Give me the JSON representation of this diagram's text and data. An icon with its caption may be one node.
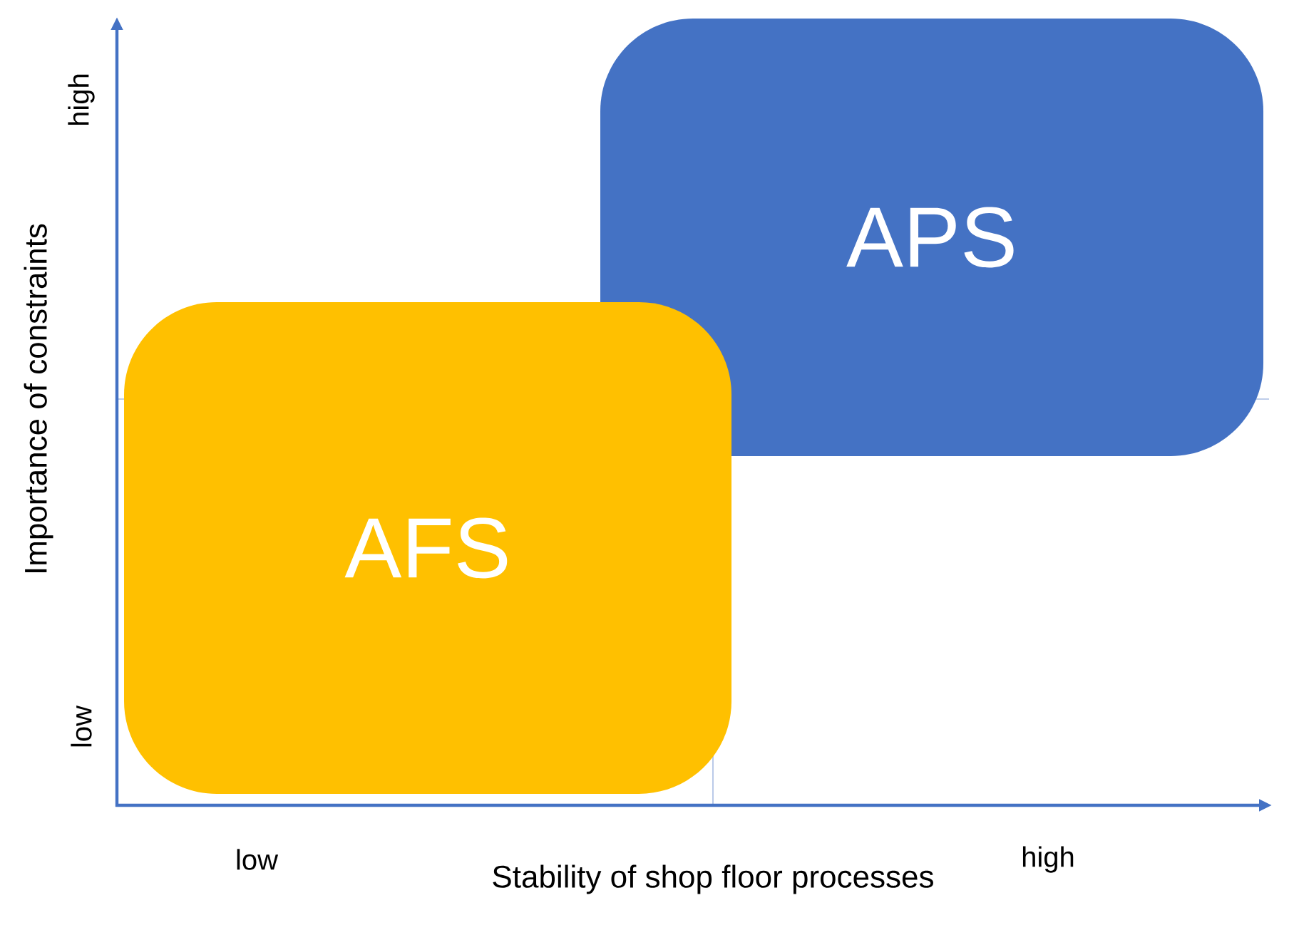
{
  "diagram": {
    "nodes": [
      {
        "text": [
          "APS"
        ]
      },
      {
        "text": [
          "AFS"
        ]
      }
    ],
    "labels": [
      "high",
      "Importance of constraints",
      "low",
      "low",
      "Stability of shop floor processes",
      "high"
    ]
  }
}
